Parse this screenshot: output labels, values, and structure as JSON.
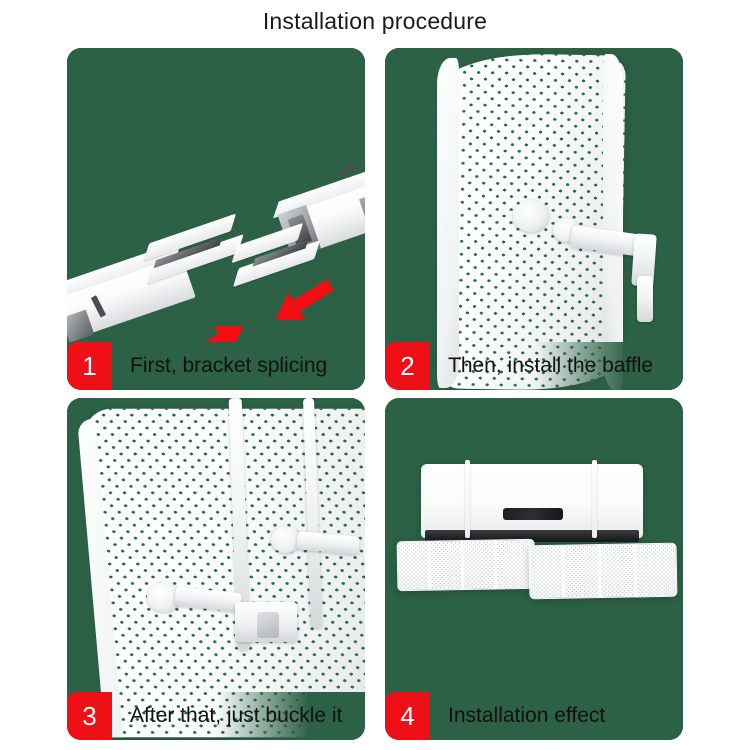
{
  "page": {
    "title": "Installation procedure",
    "background_color": "#ffffff"
  },
  "theme": {
    "panel_green": "#2c6145",
    "badge_red": "#ee1016",
    "caption_text_color": "#111111",
    "part_white": "#ffffff"
  },
  "steps": [
    {
      "number": "1",
      "caption": "First, bracket splicing",
      "scene": "two white rectangular bracket tubes facing each other with two red arrows pointing toward each other on a green background"
    },
    {
      "number": "2",
      "caption": "Then, install the baffle",
      "scene": "curved white perforated baffle panel with a bracket arm attached at its center on a green background"
    },
    {
      "number": "3",
      "caption": "After that, just buckle it",
      "scene": "large white perforated baffle with two bracket arms and buckle clips snapping into place"
    },
    {
      "number": "4",
      "caption": "Installation effect",
      "scene": "wall mounted air conditioner with two overlapping white mesh air deflector panels installed below it"
    }
  ]
}
